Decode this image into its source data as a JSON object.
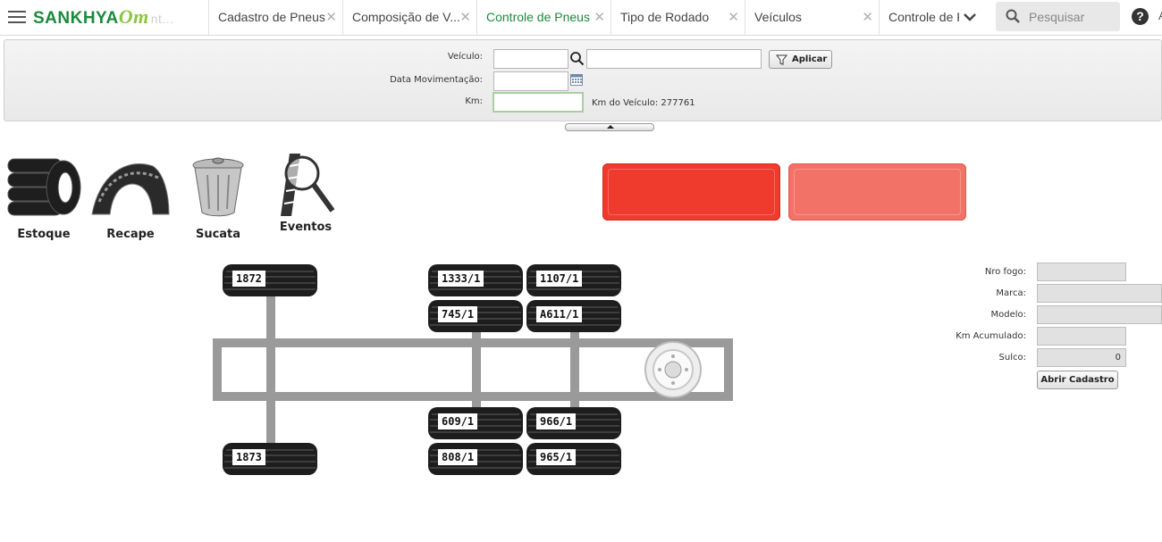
{
  "app": {
    "logo_text": "SANKHYA",
    "logo_suffix": "Om",
    "faded_tab": "nt..."
  },
  "tabs": [
    {
      "label": "Cadastro de Pneus"
    },
    {
      "label": "Composição de V..."
    },
    {
      "label": "Controle de Pneus",
      "active": true
    },
    {
      "label": "Tipo de Rodado"
    },
    {
      "label": "Veículos"
    },
    {
      "label": "Controle de P"
    }
  ],
  "header": {
    "search_placeholder": "Pesquisar",
    "help_symbol": "?",
    "cut_text": "A"
  },
  "filter": {
    "veiculo_label": "Veículo:",
    "veiculo_code": "",
    "veiculo_desc": "",
    "data_label": "Data Movimentação:",
    "data_value": "",
    "km_label": "Km:",
    "km_value": "",
    "aplicar_label": "Aplicar",
    "km_veiculo_text": "Km do Veículo: 277761"
  },
  "actions": [
    {
      "label": "Estoque"
    },
    {
      "label": "Recape"
    },
    {
      "label": "Sucata"
    },
    {
      "label": "Eventos"
    }
  ],
  "plates": [
    {
      "color": "#ee3b2e"
    },
    {
      "color": "#f27268"
    }
  ],
  "tires": {
    "front_left": "1872",
    "front_right": "1873",
    "axle2_left_outer": "1333/1",
    "axle2_left_inner": "745/1",
    "axle2_right_inner": "609/1",
    "axle2_right_outer": "808/1",
    "axle3_left_outer": "1107/1",
    "axle3_left_inner": "A611/1",
    "axle3_right_inner": "966/1",
    "axle3_right_outer": "965/1"
  },
  "details": {
    "nro_fogo_label": "Nro fogo:",
    "nro_fogo": "",
    "marca_label": "Marca:",
    "marca": "",
    "modelo_label": "Modelo:",
    "modelo": "",
    "km_acum_label": "Km Acumulado:",
    "km_acum": "",
    "sulco_label": "Sulco:",
    "sulco": "0",
    "abrir_label": "Abrir Cadastro"
  },
  "colors": {
    "brand_green": "#1c8a3c",
    "accent_lime": "#8cc63f",
    "chassis_gray": "#9a9a9a"
  }
}
